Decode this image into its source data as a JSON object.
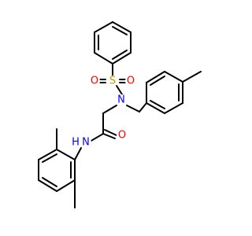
{
  "molecule": {
    "atom_labels": {
      "sulfur": "S",
      "oxygen_left": "O",
      "oxygen_right": "O",
      "sulfonamide_nitrogen": "N",
      "carbonyl_oxygen": "O",
      "amide_nitrogen": "N",
      "amide_hydrogen": "H"
    },
    "colors": {
      "sulfur": "#b8a000",
      "oxygen": "#ff0000",
      "nitrogen": "#0000ff",
      "bond": "#000000"
    }
  }
}
